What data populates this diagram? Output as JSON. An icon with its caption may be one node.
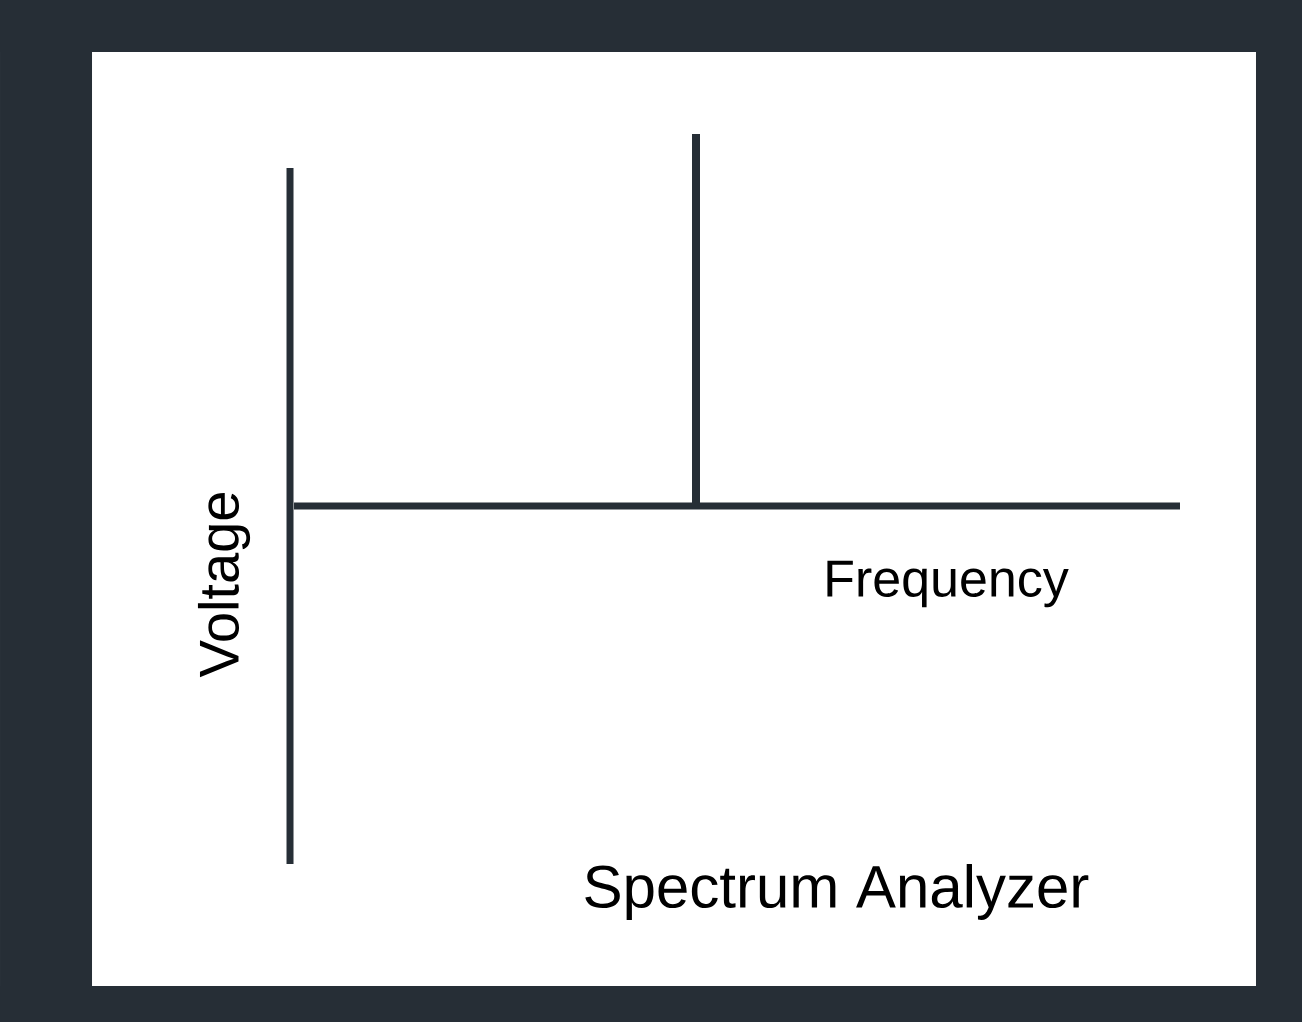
{
  "diagram": {
    "labels": [
      "Voltage",
      "Frequency",
      "Spectrum Analyzer"
    ]
  }
}
